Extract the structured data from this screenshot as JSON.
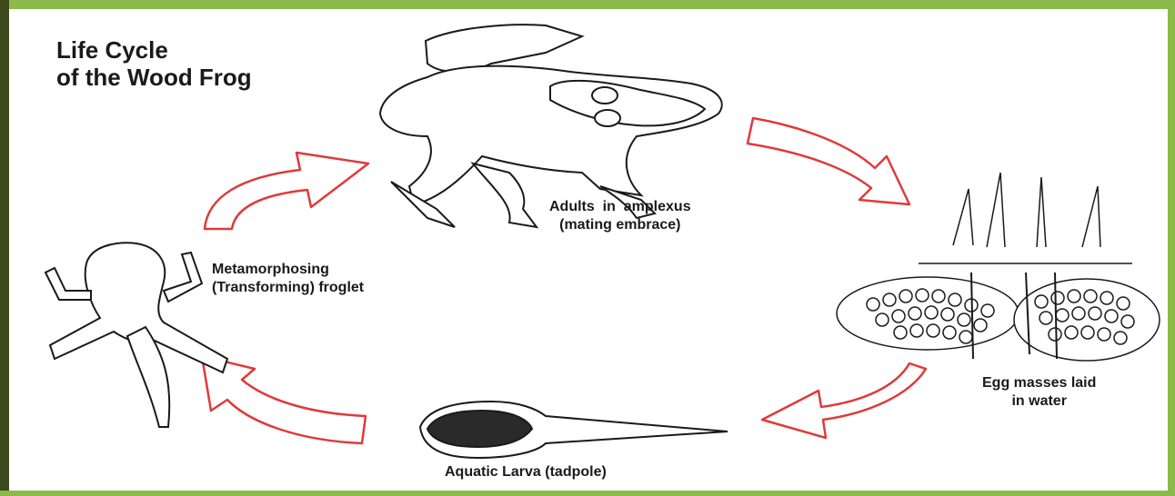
{
  "diagram": {
    "title_line1": "Life Cycle",
    "title_line2": "of the Wood Frog",
    "stages": {
      "adults": {
        "line1": "Adults  in  amplexus",
        "line2": "(mating embrace)"
      },
      "eggs": {
        "line1": "Egg masses laid",
        "line2": "in water"
      },
      "larva": {
        "line1": "Aquatic Larva (tadpole)"
      },
      "froglet": {
        "line1": "Metamorphosing",
        "line2": "(Transforming) froglet"
      }
    },
    "colors": {
      "arrow_outline": "#e03a3a",
      "ink": "#1a1a1a",
      "border_green": "#8cba4a",
      "border_dark": "#3e4a1e"
    }
  }
}
